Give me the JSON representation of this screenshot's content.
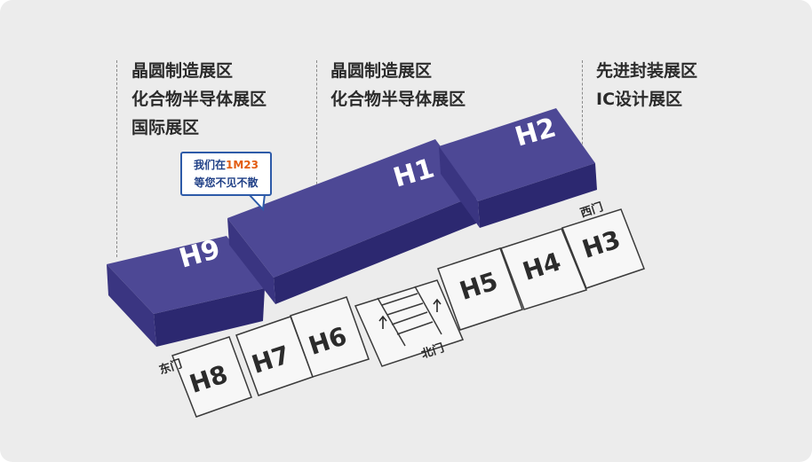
{
  "labels": {
    "group_left": [
      "晶圆制造展区",
      "化合物半导体展区",
      "国际展区"
    ],
    "group_middle": [
      "晶圆制造展区",
      "化合物半导体展区"
    ],
    "group_right": [
      "先进封装展区",
      "IC设计展区"
    ]
  },
  "callout": {
    "line1_prefix": "我们在",
    "booth": "1M23",
    "line2": "等您不见不散"
  },
  "halls": {
    "h9": "H9",
    "h1": "H1",
    "h2": "H2",
    "h8": "H8",
    "h7": "H7",
    "h6": "H6",
    "h5": "H5",
    "h4": "H4",
    "h3": "H3"
  },
  "gates": {
    "east": "东门",
    "north": "北门",
    "west": "西门"
  },
  "colors": {
    "hall_top": "#4d4895",
    "hall_side": "#3a3581",
    "hall_front": "#2c2870",
    "outline": "#3a3a3a",
    "callout_border": "#2d5aa8",
    "booth_highlight": "#e35c12"
  }
}
